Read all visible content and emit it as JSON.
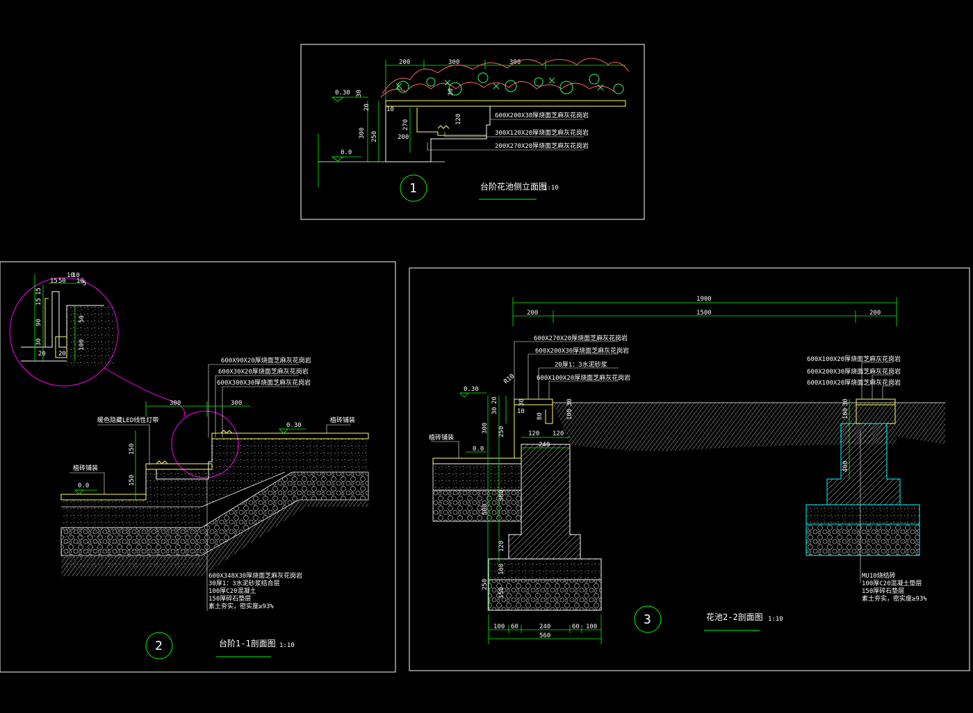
{
  "drawing1": {
    "number": "1",
    "title": "台阶花池侧立面图",
    "scale": "1:10",
    "top_dims": [
      "200",
      "300",
      "300"
    ],
    "level_top": "0.30",
    "level_base": "0.0",
    "vertical_dims": [
      "30",
      "20",
      "300",
      "250",
      "270",
      "120",
      "30",
      "10"
    ],
    "horizontal_dims": [
      "200"
    ],
    "notes": [
      "600X200X30厚烧面芝麻灰花岗岩",
      "300X120X20厚烧面芝麻灰花岗岩",
      "200X270X20厚烧面芝麻灰花岗岩"
    ]
  },
  "drawing2": {
    "number": "2",
    "title": "台阶1-1剖面图",
    "scale": "1:10",
    "detail_dims_top": [
      "15",
      "50",
      "10",
      "10",
      "10",
      "5"
    ],
    "detail_dims_left": [
      "15",
      "15",
      "90",
      "30",
      "20",
      "20"
    ],
    "detail_dims_right": [
      "50",
      "100"
    ],
    "notes_top": [
      "600X90X20厚烧面芝麻灰花岗岩",
      "600X30X20厚烧面芝麻灰花岗岩",
      "600X300X30厚烧面芝麻灰花岗岩"
    ],
    "led_label": "暖色隐藏LED线性灯带",
    "tread_dims": [
      "300",
      "300"
    ],
    "riser_dims": [
      "150",
      "150"
    ],
    "level_top": "0.30",
    "level_base": "0.0",
    "paving_label_left": "植砖铺装",
    "paving_label_right": "植砖铺装",
    "notes_bottom": [
      "600X348X30厚烧面芝麻灰花岗岩",
      "30厚1：3水泥砂浆结合层",
      "100厚C20混凝土",
      "150厚碎石垫层",
      "素土夯实，密实度≥93%"
    ]
  },
  "drawing3": {
    "number": "3",
    "title": "花池2-2剖面图",
    "scale": "1:10",
    "overall_dim": "1900",
    "span_dims": [
      "200",
      "1500",
      "200"
    ],
    "notes_left": [
      "600X270X20厚烧面芝麻灰花岗岩",
      "600X200X30厚烧面芝麻灰花岗岩",
      "20厚1：3水泥砂浆",
      "600X100X20厚烧面芝麻灰花岗岩"
    ],
    "notes_right": [
      "600X100X20厚烧面芝麻灰花岗岩",
      "600X200X30厚烧面芝麻灰花岗岩",
      "600X100X20厚烧面芝麻灰花岗岩"
    ],
    "radius_label": "R10",
    "level_top": "0.30",
    "level_base": "0.0",
    "paving_label": "植砖铺装",
    "wall_dims_v": [
      "20",
      "30",
      "300",
      "250",
      "380",
      "500",
      "120",
      "100",
      "250",
      "150"
    ],
    "wall_dims_h": [
      "10",
      "30",
      "80",
      "120",
      "120",
      "240",
      "100",
      "30"
    ],
    "right_wall_dims": [
      "30",
      "100",
      "400"
    ],
    "bottom_dims": [
      "100",
      "60",
      "240",
      "60",
      "100"
    ],
    "bottom_total": "560",
    "notes_bottom_right": [
      "MU10烧结砖",
      "100厚C20混凝土垫层",
      "150厚碎石垫层",
      "素土夯实，密实度≥93%"
    ]
  },
  "colors": {
    "background": "#000000",
    "frame": "#ffffff",
    "dimension": "#00ff00",
    "structure": "#ffffff",
    "stone": "#ffff66",
    "magenta": "#ff00ff",
    "cyan": "#00ffff",
    "plant_red": "#ff6666",
    "plant_green": "#33ff66"
  }
}
